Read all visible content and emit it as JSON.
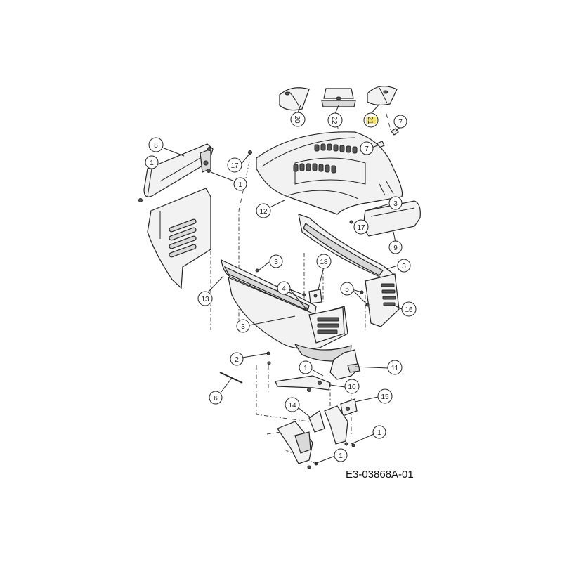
{
  "drawing_code": "E3-03868A-01",
  "callouts": [
    {
      "id": "c20",
      "label": "20"
    },
    {
      "id": "c22",
      "label": "22"
    },
    {
      "id": "c21",
      "label": "21",
      "highlight": "#f4e35a"
    },
    {
      "id": "c7a",
      "label": "7"
    },
    {
      "id": "c7b",
      "label": "7"
    },
    {
      "id": "c8",
      "label": "8"
    },
    {
      "id": "c1a",
      "label": "1"
    },
    {
      "id": "c1b",
      "label": "1"
    },
    {
      "id": "c17a",
      "label": "17"
    },
    {
      "id": "c12",
      "label": "12"
    },
    {
      "id": "c3a",
      "label": "3"
    },
    {
      "id": "c17b",
      "label": "17"
    },
    {
      "id": "c9",
      "label": "9"
    },
    {
      "id": "c3b",
      "label": "3"
    },
    {
      "id": "c3c",
      "label": "3"
    },
    {
      "id": "c18",
      "label": "18"
    },
    {
      "id": "c4",
      "label": "4"
    },
    {
      "id": "c5",
      "label": "5"
    },
    {
      "id": "c13",
      "label": "13"
    },
    {
      "id": "c16",
      "label": "16"
    },
    {
      "id": "c3d",
      "label": "3"
    },
    {
      "id": "c2",
      "label": "2"
    },
    {
      "id": "c1c",
      "label": "1"
    },
    {
      "id": "c11",
      "label": "11"
    },
    {
      "id": "c10",
      "label": "10"
    },
    {
      "id": "c6",
      "label": "6"
    },
    {
      "id": "c14",
      "label": "14"
    },
    {
      "id": "c15",
      "label": "15"
    },
    {
      "id": "c1d",
      "label": "1"
    },
    {
      "id": "c1e",
      "label": "1"
    }
  ]
}
